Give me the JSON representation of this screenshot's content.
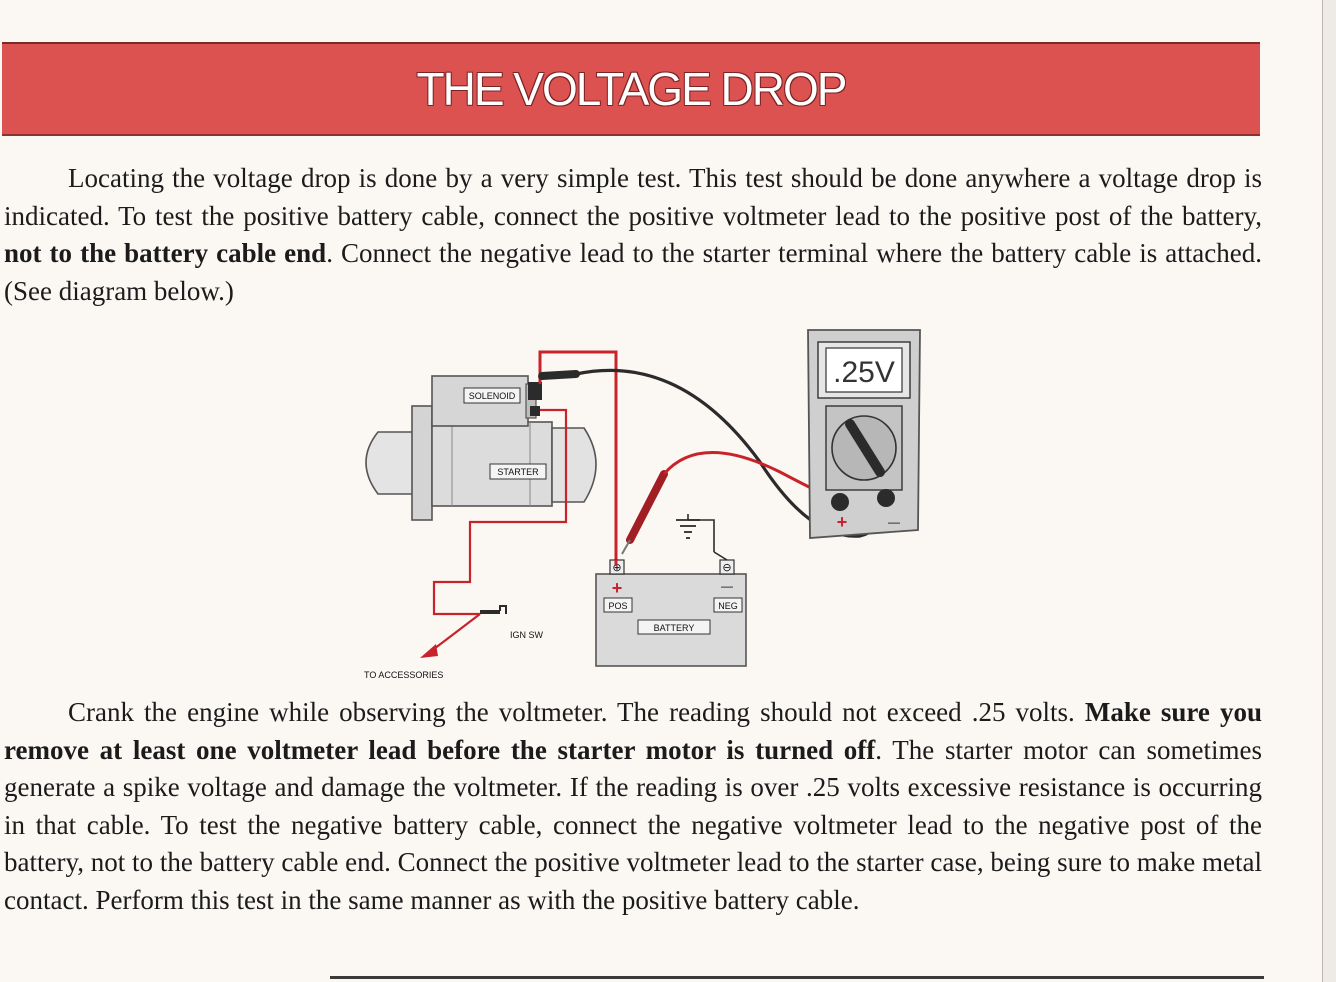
{
  "title": "THE VOLTAGE DROP",
  "paragraph1": {
    "t1": "Locating the voltage drop is done by a very simple test. This test should be done anywhere a voltage drop is indicated. To test the positive battery cable, connect the positive voltmeter lead to the positive post of the battery, ",
    "t2": "not to the battery cable end",
    "t3": ". Connect the negative lead to the starter terminal where the battery cable is attached. (See diagram below.)"
  },
  "diagram": {
    "meter_reading": ".25V",
    "solenoid_label": "SOLENOID",
    "starter_label": "STARTER",
    "battery_label": "BATTERY",
    "pos_label": "POS",
    "neg_label": "NEG",
    "ign_label": "IGN SW",
    "accessories_label": "TO ACCESSORIES",
    "plus_sign": "+",
    "minus_sign": "—",
    "pos_terminal_mark": "⊕",
    "neg_terminal_mark": "⊖",
    "colors": {
      "red_cable": "#c8232a",
      "black_cable": "#2b2b2b",
      "body_gray": "#d9d9d9",
      "meter_gray": "#c9c9c9"
    }
  },
  "paragraph2": {
    "t1": "Crank the engine while observing the voltmeter. The reading should not exceed .25 volts. ",
    "t2": "Make sure you remove at least one voltmeter lead before the starter motor is turned off",
    "t3": ". The starter motor can sometimes generate a spike voltage and damage the voltmeter. If the reading is over .25 volts excessive resistance is occurring in that cable. To test the negative battery cable, connect the negative voltmeter lead to the negative post of the battery, not to the battery cable end. Connect the positive voltmeter lead to the starter case, being sure to make metal contact. Perform this test in the same manner as with the positive battery cable."
  }
}
